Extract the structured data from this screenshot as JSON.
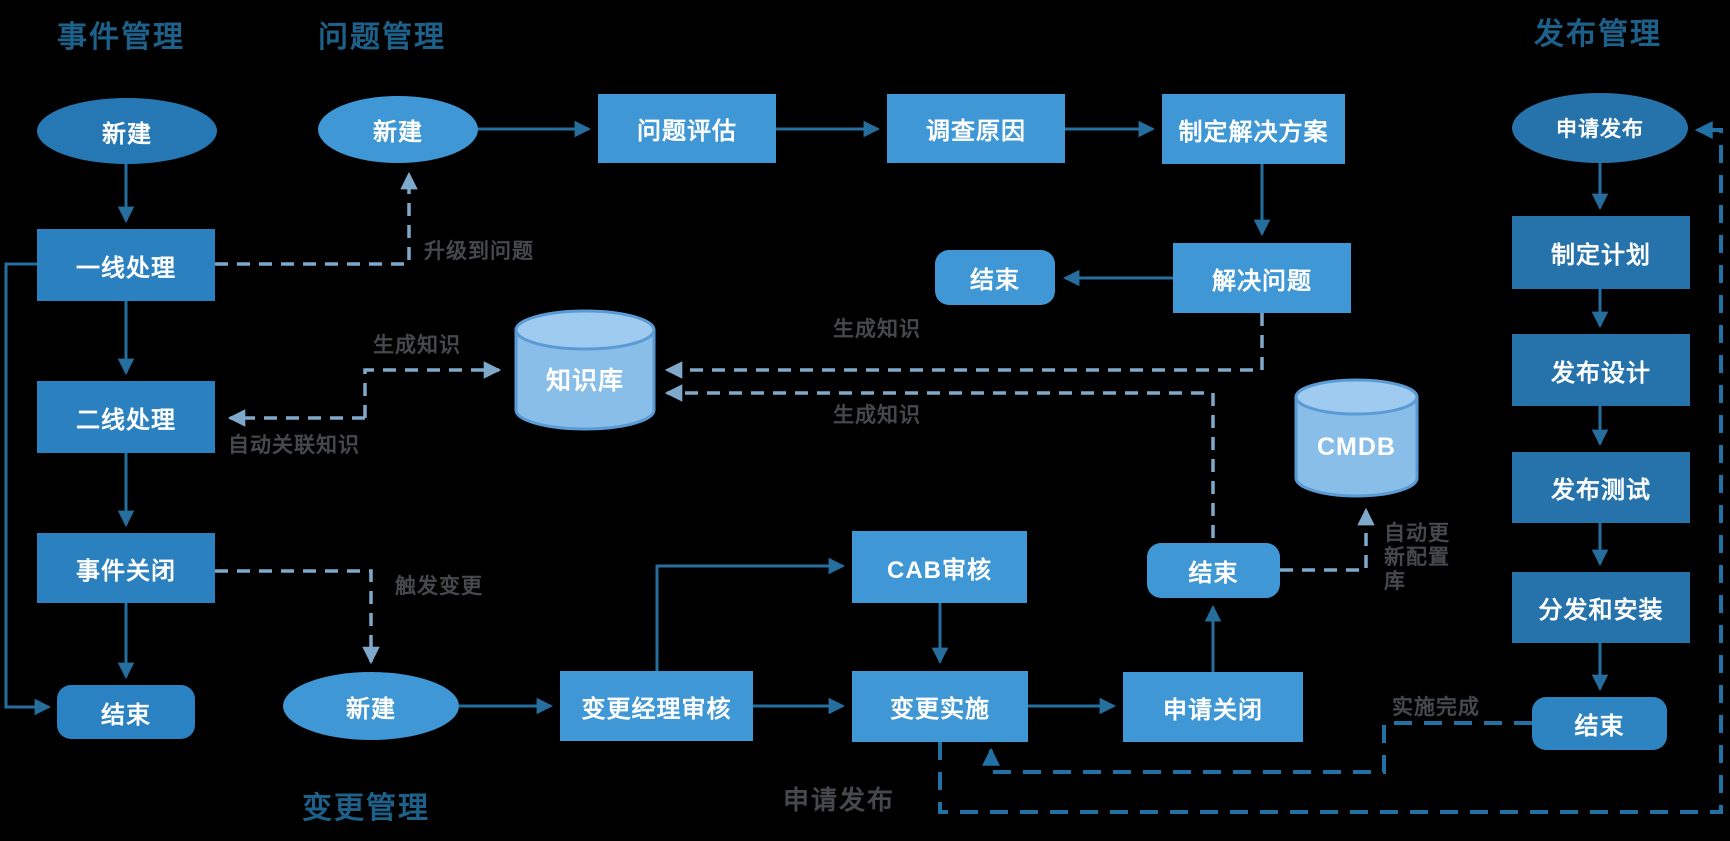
{
  "titles": {
    "incident": "事件管理",
    "problem": "问题管理",
    "change": "变更管理",
    "release": "发布管理"
  },
  "nodes": {
    "inc_new": "新建",
    "inc_l1": "一线处理",
    "inc_l2": "二线处理",
    "inc_close": "事件关闭",
    "inc_end": "结束",
    "prob_new": "新建",
    "prob_eval": "问题评估",
    "prob_cause": "调查原因",
    "prob_solution": "制定解决方案",
    "prob_solve": "解决问题",
    "prob_end": "结束",
    "kb": "知识库",
    "cmdb": "CMDB",
    "chg_new": "新建",
    "chg_mgr": "变更经理审核",
    "chg_cab": "CAB审核",
    "chg_impl": "变更实施",
    "chg_close": "申请关闭",
    "chg_end": "结束",
    "rel_new": "申请发布",
    "rel_plan": "制定计划",
    "rel_design": "发布设计",
    "rel_test": "发布测试",
    "rel_deploy": "分发和安装",
    "rel_end": "结束"
  },
  "edge_labels": {
    "escalate": "升级到问题",
    "gen_knowledge_left": "生成知识",
    "auto_link_knowledge": "自动关联知识",
    "gen_knowledge_top": "生成知识",
    "gen_knowledge_bottom": "生成知识",
    "trigger_change": "触发变更",
    "auto_update_cmdb": "自动更新配置库",
    "impl_done": "实施完成",
    "apply_release": "申请发布"
  },
  "colors": {
    "background": "#000000",
    "title_text": "#1D6089",
    "incident_node": "#2B80C0",
    "incident_ellipse": "#2578B3",
    "light_node": "#3F98D5",
    "release_node": "#2673AB",
    "solid_edge": "#266E9D",
    "light_dashed_edge": "#7FA9CB",
    "dark_dashed_edge": "#2271A5",
    "cylinder_fill": "#88BEE8",
    "cylinder_top": "#9FCBF0",
    "cylinder_stroke": "#5B9BD5",
    "gray_label": "#45494D"
  }
}
